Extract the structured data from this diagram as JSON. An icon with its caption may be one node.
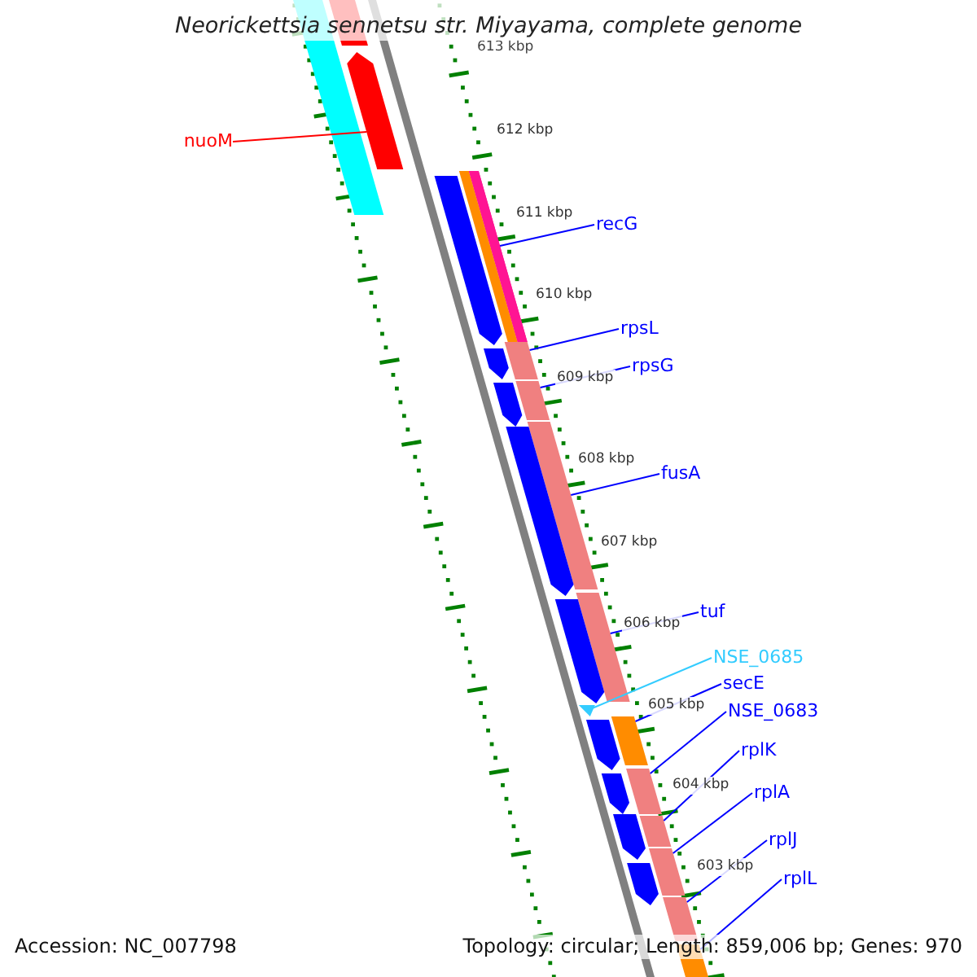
{
  "diagram": {
    "title": "Neorickettsia sennetsu str. Miyayama, complete genome",
    "nodes": [
      {
        "text": [
          "nuoM"
        ]
      },
      {
        "text": [
          "recG"
        ]
      },
      {
        "text": [
          "rpsL"
        ]
      },
      {
        "text": [
          "rpsG"
        ]
      },
      {
        "text": [
          "fusA"
        ]
      },
      {
        "text": [
          "tuf"
        ]
      },
      {
        "text": [
          "NSE_0685"
        ]
      },
      {
        "text": [
          "secE"
        ]
      },
      {
        "text": [
          "NSE_0683"
        ]
      },
      {
        "text": [
          "rplK"
        ]
      },
      {
        "text": [
          "rplA"
        ]
      },
      {
        "text": [
          "rplJ"
        ]
      },
      {
        "text": [
          "rplL"
        ]
      },
      {
        "text": [],
        "shape": "bar"
      },
      {
        "text": [],
        "shape": "bar"
      },
      {
        "text": [],
        "shape": "bar"
      },
      {
        "text": [],
        "shape": "bar"
      },
      {
        "text": [],
        "shape": "bar"
      },
      {
        "text": [],
        "shape": "bar"
      },
      {
        "text": [],
        "shape": "bar"
      },
      {
        "text": [],
        "shape": "bar"
      },
      {
        "text": [],
        "shape": "bar"
      },
      {
        "text": [],
        "shape": "bar"
      },
      {
        "text": [],
        "shape": "bar"
      },
      {
        "text": [],
        "shape": "bar"
      },
      {
        "text": [],
        "shape": "bar"
      },
      {
        "text": [],
        "shape": "bar"
      },
      {
        "text": [],
        "shape": "bar"
      },
      {
        "text": [],
        "shape": "bar"
      },
      {
        "text": [],
        "shape": "bar"
      },
      {
        "text": [],
        "shape": "bar"
      },
      {
        "text": [],
        "shape": "bar"
      },
      {
        "text": [],
        "shape": "bar"
      },
      {
        "text": [],
        "shape": "bar"
      },
      {
        "text": [],
        "shape": "bar"
      },
      {
        "text": [],
        "shape": "bar"
      },
      {
        "text": [],
        "shape": "bar"
      },
      {
        "text": [],
        "shape": "bar"
      },
      {
        "text": [],
        "shape": "bar"
      }
    ],
    "edges": [
      {
        "from": 0,
        "to": 25,
        "arrow": "none",
        "color": "#ff0000"
      },
      {
        "from": 1,
        "to": 13,
        "arrow": "none"
      },
      {
        "from": 2,
        "to": 14,
        "arrow": "none"
      },
      {
        "from": 3,
        "to": 15,
        "arrow": "none"
      },
      {
        "from": 4,
        "to": 16,
        "arrow": "none"
      },
      {
        "from": 5,
        "to": 17,
        "arrow": "none"
      },
      {
        "from": 6,
        "to": 18,
        "arrow": "none",
        "color": "#33ccff"
      },
      {
        "from": 7,
        "to": 19,
        "arrow": "none"
      },
      {
        "from": 8,
        "to": 20,
        "arrow": "none"
      },
      {
        "from": 9,
        "to": 21,
        "arrow": "none"
      },
      {
        "from": 10,
        "to": 22,
        "arrow": "none"
      },
      {
        "from": 11,
        "to": 23,
        "arrow": "none"
      },
      {
        "from": 12,
        "to": 24,
        "arrow": "none"
      }
    ],
    "labels": [
      "613 kbp",
      "612 kbp",
      "611 kbp",
      "610 kbp",
      "609 kbp",
      "608 kbp",
      "607 kbp",
      "606 kbp",
      "605 kbp",
      "604 kbp",
      "603 kbp",
      "Accession: NC_007798",
      "Topology: circular; Length: 859,006 bp; Genes: 970"
    ]
  }
}
